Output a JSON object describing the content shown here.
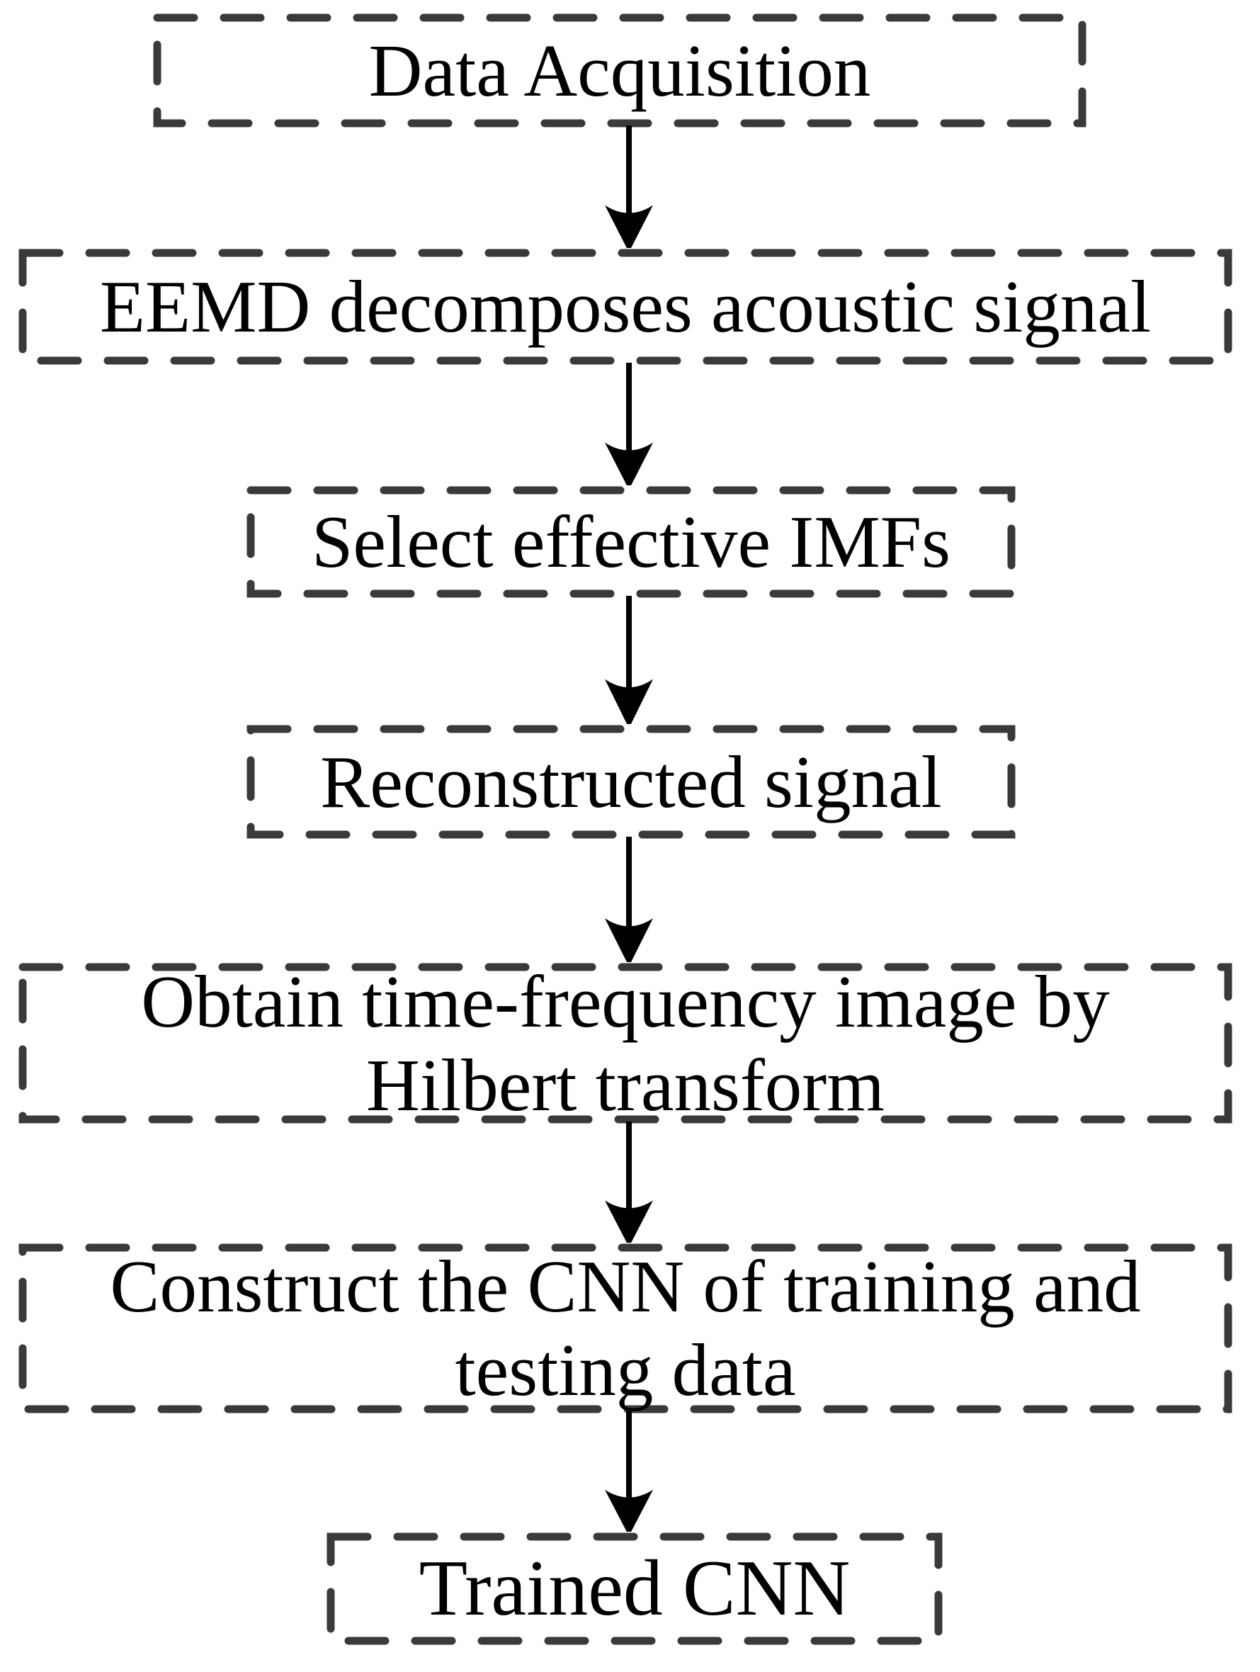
{
  "flow": {
    "background": "#ffffff",
    "box_border_color": "#3a3a3a",
    "text_color": "#000000",
    "arrow_color": "#000000",
    "steps": [
      {
        "label": "Data Acquisition"
      },
      {
        "label": "EEMD decomposes acoustic signal"
      },
      {
        "label": "Select effective IMFs"
      },
      {
        "label": "Reconstructed signal"
      },
      {
        "label": "Obtain time-frequency image by\nHilbert transform"
      },
      {
        "label": "Construct the CNN of training and\ntesting data"
      },
      {
        "label": "Trained CNN"
      }
    ]
  }
}
